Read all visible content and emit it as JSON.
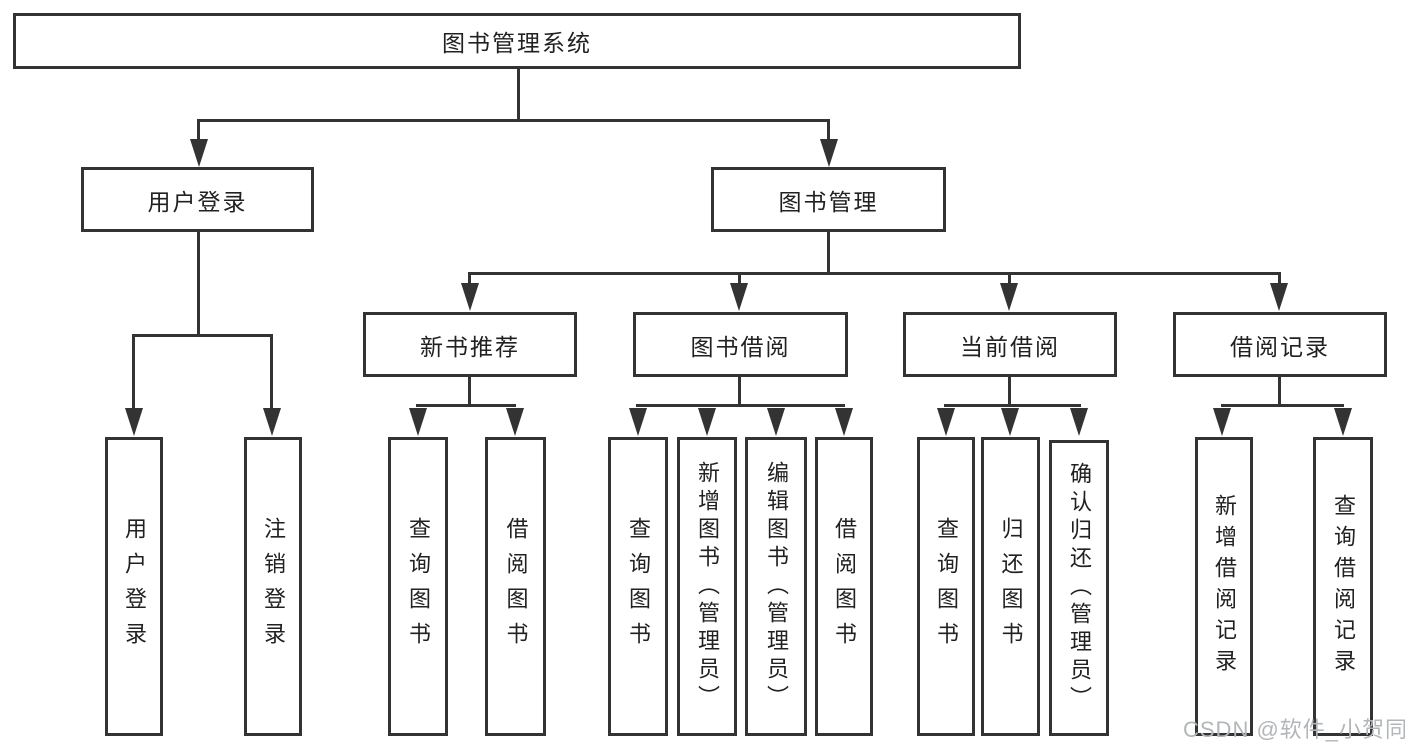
{
  "diagram": {
    "root": {
      "label": "图书管理系统"
    },
    "branches": [
      {
        "label": "用户登录"
      },
      {
        "label": "图书管理"
      }
    ],
    "modules": [
      {
        "label": "新书推荐"
      },
      {
        "label": "图书借阅"
      },
      {
        "label": "当前借阅"
      },
      {
        "label": "借阅记录"
      }
    ],
    "leaves": {
      "user": [
        "用户登录",
        "注销登录"
      ],
      "recommend": [
        "查询图书",
        "借阅图书"
      ],
      "borrow": [
        "查询图书",
        "新增图书（管理员）",
        "编辑图书（管理员）",
        "借阅图书"
      ],
      "current": [
        "查询图书",
        "归还图书",
        "确认归还（管理员）"
      ],
      "records": [
        "新增借阅记录",
        "查询借阅记录"
      ]
    }
  },
  "watermark": "CSDN @软件_小贺同学",
  "colors": {
    "line": "#333333",
    "text": "#212121",
    "watermark": "#b3b6b8",
    "background": "#ffffff"
  }
}
